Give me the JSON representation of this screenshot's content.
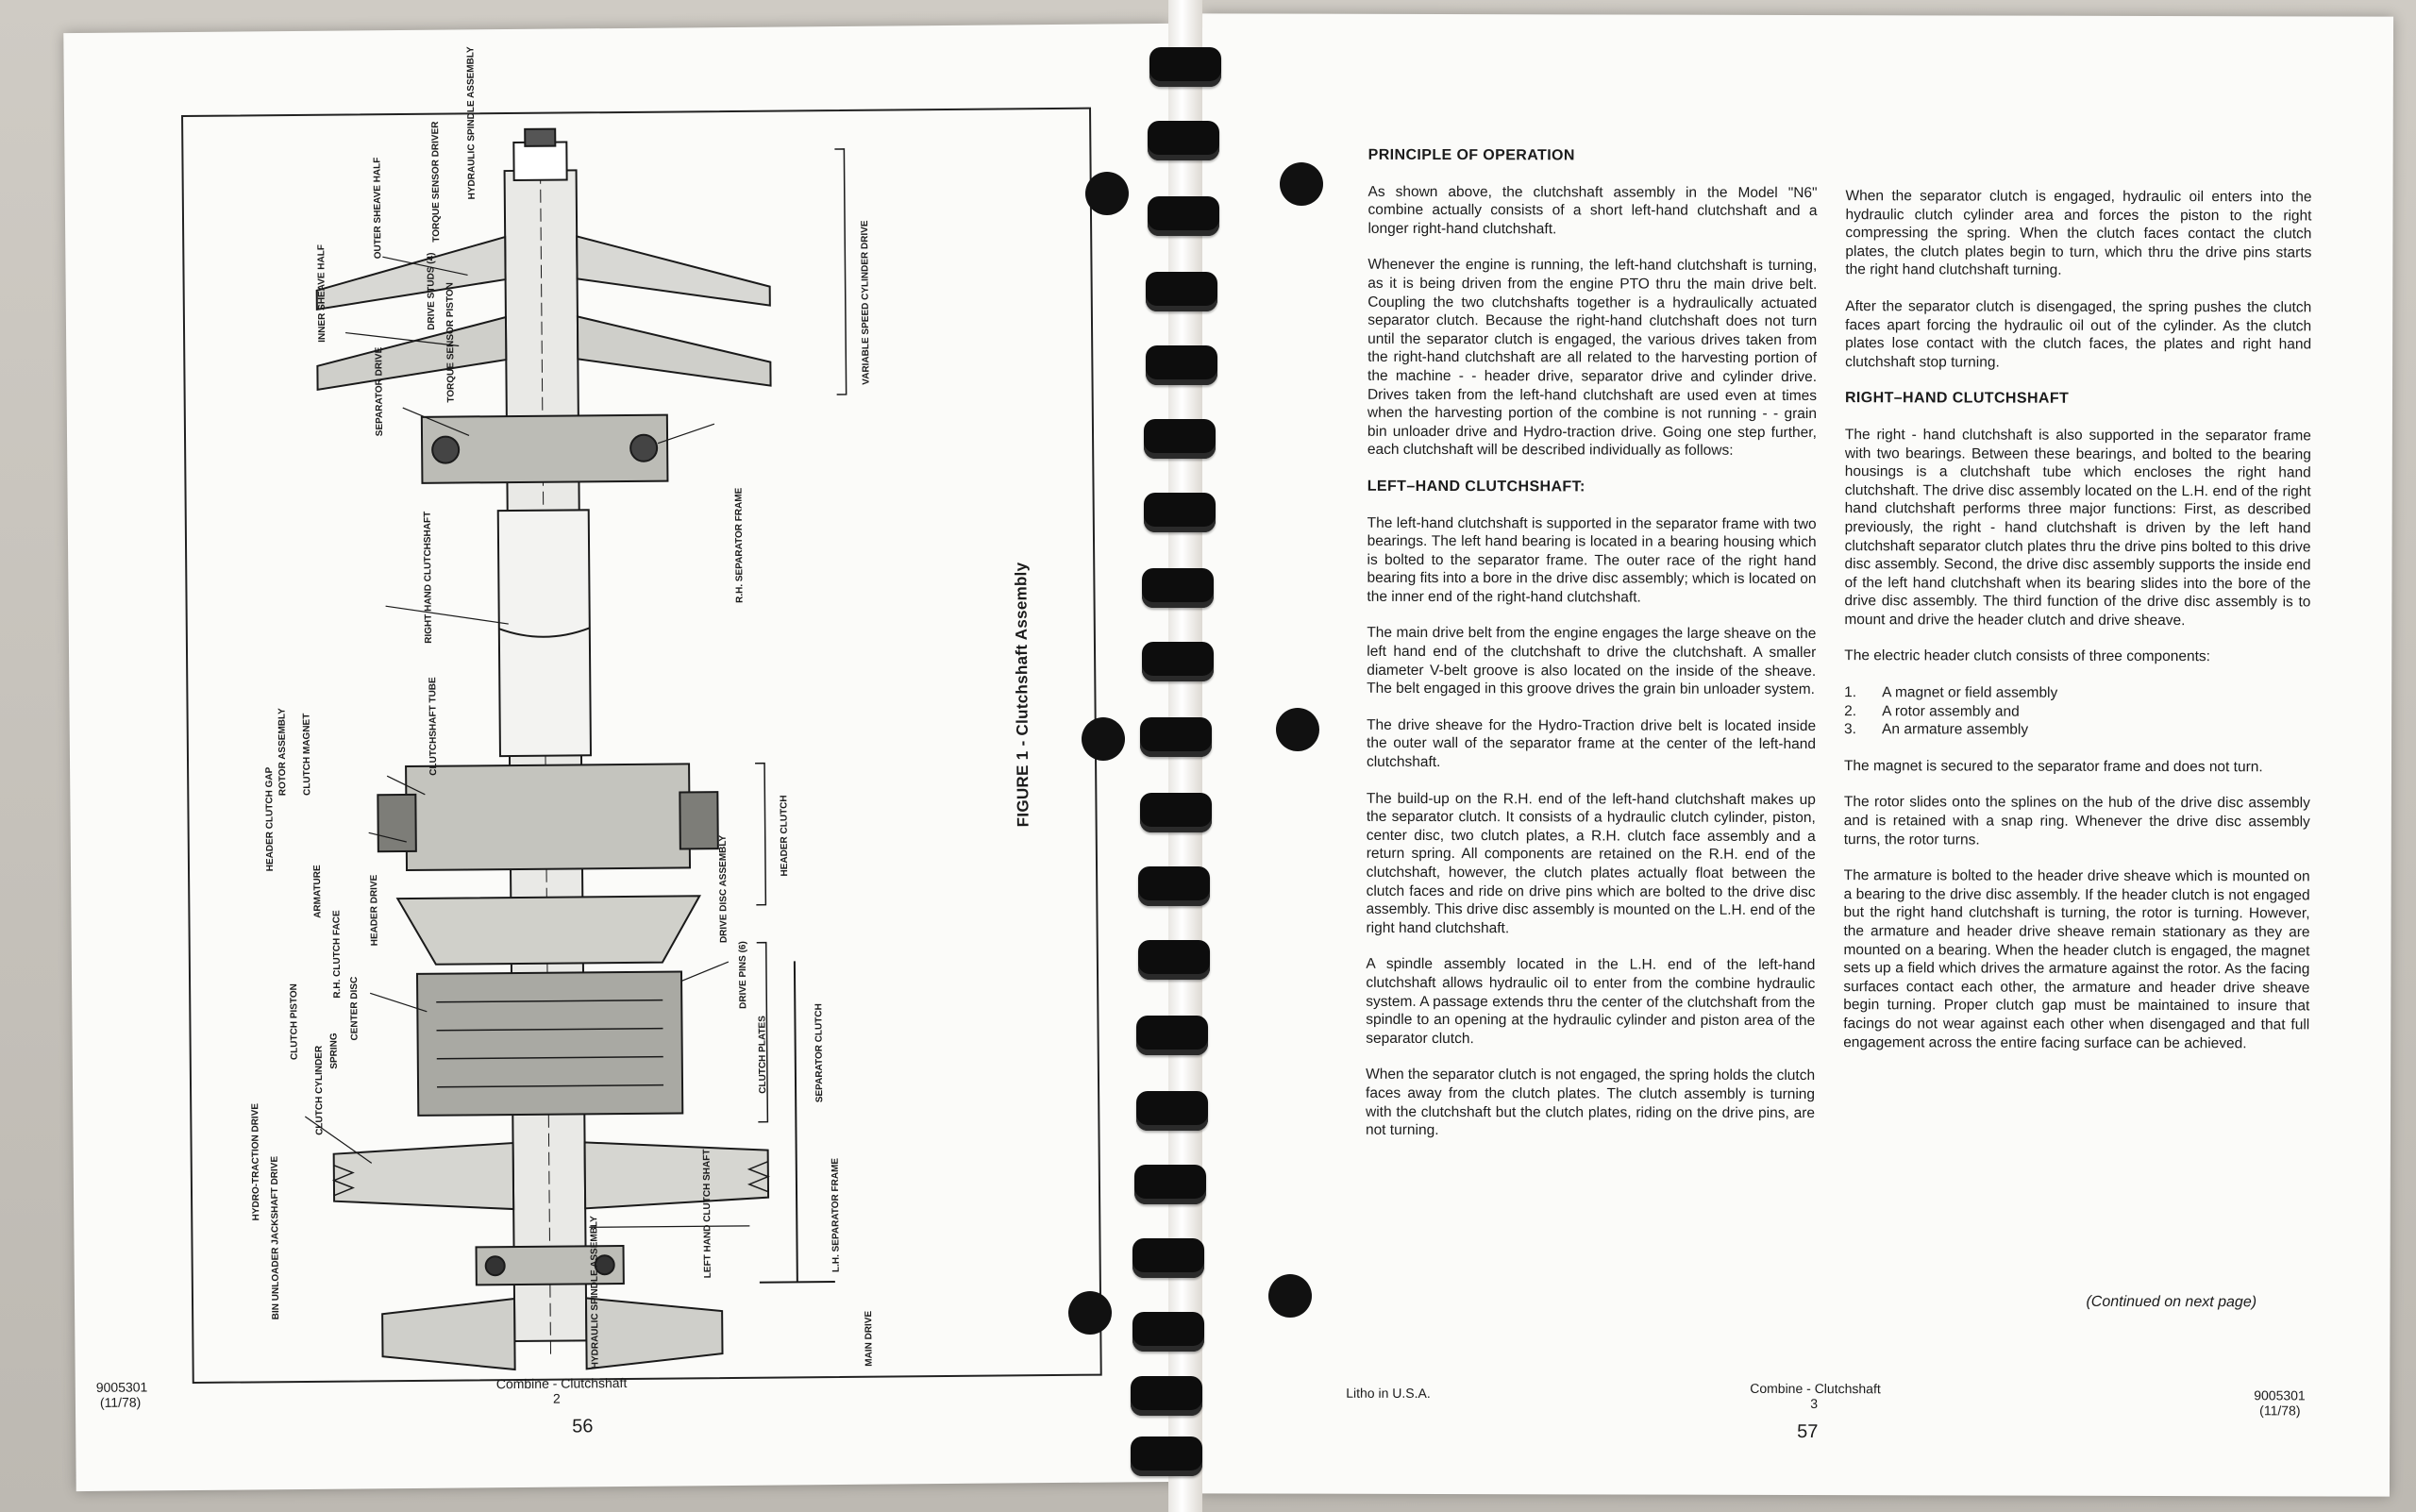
{
  "left_page": {
    "figure_title": "FIGURE 1 - Clutchshaft Assembly",
    "callouts": [
      "HYDRAULIC SPINDLE ASSEMBLY",
      "TORQUE SENSOR DRIVER",
      "OUTER SHEAVE HALF",
      "INNER SHEAVE HALF",
      "DRIVE STUDS (4)",
      "TORQUE SENSOR PISTON",
      "SEPARATOR DRIVE",
      "VARIABLE SPEED CYLINDER DRIVE",
      "RIGHT HAND CLUTCHSHAFT",
      "R.H. SEPARATOR FRAME",
      "CLUTCHSHAFT TUBE",
      "ROTOR ASSEMBLY",
      "CLUTCH MAGNET",
      "HEADER CLUTCH GAP",
      "ARMATURE",
      "HEADER DRIVE",
      "HEADER CLUTCH",
      "DRIVE DISC ASSEMBLY",
      "R.H. CLUTCH FACE",
      "DRIVE PINS (6)",
      "CENTER DISC",
      "CLUTCH PISTON",
      "SPRING",
      "CLUTCH CYLINDER",
      "CLUTCH PLATES",
      "SEPARATOR CLUTCH",
      "HYDRO-TRACTION DRIVE",
      "L.H. SEPARATOR FRAME",
      "LEFT HAND CLUTCH SHAFT",
      "BIN UNLOADER JACKSHAFT DRIVE",
      "HYDRAULIC SPINDLE ASSEMBLY",
      "MAIN DRIVE"
    ],
    "footer_code": "9005301",
    "footer_date": "(11/78)",
    "footer_section": "Combine - Clutchshaft",
    "footer_sub": "2",
    "page_number": "56"
  },
  "right_page": {
    "col1": {
      "heading1": "PRINCIPLE OF OPERATION",
      "p1": "As shown above, the clutchshaft assembly in the Model \"N6\" combine actually consists of a short left-hand clutchshaft and a longer right-hand clutchshaft.",
      "p2": "Whenever the engine is running, the left-hand clutchshaft is turning, as it is being driven from the engine PTO thru the main drive belt. Coupling the two clutchshafts together is a hydraulically actuated separator clutch. Because the right-hand clutchshaft does not turn until the separator clutch is engaged, the various drives taken from the right-hand clutchshaft are all related to the harvesting portion of the machine - - header drive, separator drive and cylinder drive. Drives taken from the left-hand clutchshaft are used even at times when the harvesting portion of the combine is not running - - grain bin unloader drive and Hydro-traction drive. Going one step further, each clutchshaft will be described individually as follows:",
      "heading2": "LEFT–HAND CLUTCHSHAFT:",
      "p3": "The left-hand clutchshaft is supported in the separator frame with two bearings. The left hand bearing is located in a bearing housing which is bolted to the separator frame. The outer race of the right hand bearing fits into a bore in the drive disc assembly; which is located on the inner end of the right-hand clutchshaft.",
      "p4": "The main drive belt from the engine engages the large sheave on the left hand end of the clutchshaft to drive the clutchshaft. A smaller diameter V-belt groove is also located on the inside of the sheave. The belt engaged in this groove drives the grain bin unloader system.",
      "p5": "The drive sheave for the Hydro-Traction drive belt is located inside the outer wall of the separator frame at the center of the left-hand clutchshaft.",
      "p6": "The build-up on the R.H. end of the left-hand clutchshaft makes up the separator clutch. It consists of a hydraulic clutch cylinder, piston, center disc, two clutch plates, a R.H. clutch face assembly and a return spring. All components are retained on the R.H. end of the clutchshaft, however, the clutch plates actually float between the clutch faces and ride on drive pins which are bolted to the drive disc assembly. This drive disc assembly is mounted on the L.H. end of the right hand clutchshaft.",
      "p7": "A spindle assembly located in the L.H. end of the left-hand clutchshaft allows hydraulic oil to enter from the combine hydraulic system. A passage extends thru the center of the clutchshaft from the spindle to an opening at the hydraulic cylinder and piston area of the separator clutch.",
      "p8": "When the separator clutch is not engaged, the spring holds the clutch faces away from the clutch plates. The clutch assembly is turning with the clutchshaft but the clutch plates, riding on the drive pins, are not turning."
    },
    "col2": {
      "p1": "When the separator clutch is engaged, hydraulic oil enters into the hydraulic clutch cylinder area and forces the piston to the right compressing the spring. When the clutch faces contact the clutch plates, the clutch plates begin to turn, which thru the drive pins starts the right hand clutchshaft turning.",
      "p2": "After the separator clutch is disengaged, the spring pushes the clutch faces apart forcing the hydraulic oil out of the cylinder. As the clutch plates lose contact with the clutch faces, the plates and right hand clutchshaft stop turning.",
      "heading": "RIGHT–HAND CLUTCHSHAFT",
      "p3": "The right - hand clutchshaft is also supported in the separator frame with two bearings. Between these bearings, and bolted to the bearing housings is a clutchshaft tube which encloses the right hand clutchshaft. The drive disc assembly located on the L.H. end of the right hand clutchshaft performs three major functions: First, as described previously, the right - hand clutchshaft is driven by the left hand clutchshaft separator clutch plates thru the drive pins bolted to this drive disc assembly. Second, the drive disc assembly supports the inside end of the left hand clutchshaft when its bearing slides into the bore of the drive disc assembly. The third function of the drive disc assembly is to mount and drive the header clutch and drive sheave.",
      "p4": "The electric header clutch consists of three components:",
      "list": [
        {
          "n": "1.",
          "t": "A magnet or field assembly"
        },
        {
          "n": "2.",
          "t": "A rotor assembly and"
        },
        {
          "n": "3.",
          "t": "An armature assembly"
        }
      ],
      "p5": "The magnet is secured to the separator frame and does not turn.",
      "p6": "The rotor slides onto the splines on the hub of the drive disc assembly and is retained with a snap ring. Whenever the drive disc assembly turns, the rotor turns.",
      "p7": "The armature is bolted to the header drive sheave which is mounted on a bearing to the drive disc assembly. If the header clutch is not engaged but the right hand clutchshaft is turning, the rotor is turning. However, the armature and header drive sheave remain stationary as they are mounted on a bearing. When the header clutch is engaged, the magnet sets up a field which drives the armature against the rotor. As the facing surfaces contact each other, the armature and header drive sheave begin turning. Proper clutch gap must be maintained to insure that facings do not wear against each other when disengaged and that full engagement across the entire facing surface can be achieved.",
      "continued": "(Continued on next page)"
    },
    "footer_litho": "Litho in U.S.A.",
    "footer_section": "Combine - Clutchshaft",
    "footer_sub": "3",
    "footer_code": "9005301",
    "footer_date": "(11/78)",
    "page_number": "57"
  }
}
